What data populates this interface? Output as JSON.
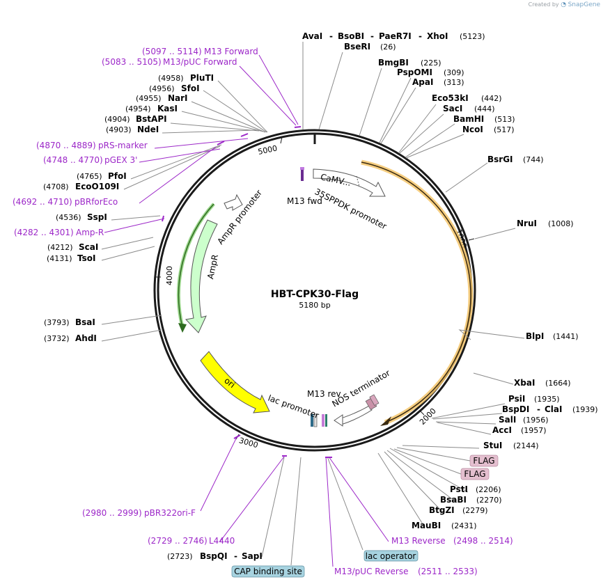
{
  "credit": {
    "prefix": "Created by",
    "brand": "SnapGene"
  },
  "plasmid": {
    "name": "HBT-CPK30-Flag",
    "length": "5180 bp"
  },
  "ticks": [
    "1000",
    "2000",
    "3000",
    "4000",
    "5000"
  ],
  "features": {
    "cds_ampr": "AmpR",
    "ampr_promoter": "AmpR promoter",
    "ori": "ori",
    "camv": "CaMV...",
    "sppdk": "35SPPDK promoter",
    "m13fwd": "M13 fwd",
    "m13rev": "M13 rev",
    "lac_promoter": "lac promoter",
    "nos_terminator": "NOS terminator"
  },
  "enzymes": {
    "ava": "AvaI",
    "bsobi": "BsoBI",
    "paer7i": "PaeR7I",
    "xhoi": "XhoI",
    "ava_pos": "(5123)",
    "bseri": "BseRI",
    "bseri_pos": "(26)",
    "bmgbi": "BmgBI",
    "bmgbi_pos": "(225)",
    "pspomi": "PspOMI",
    "pspomi_pos": "(309)",
    "apai": "ApaI",
    "apai_pos": "(313)",
    "eco53ki": "Eco53kI",
    "eco53ki_pos": "(442)",
    "saci": "SacI",
    "saci_pos": "(444)",
    "bamhi": "BamHI",
    "bamhi_pos": "(513)",
    "ncoi": "NcoI",
    "ncoi_pos": "(517)",
    "bsrgi": "BsrGI",
    "bsrgi_pos": "(744)",
    "nrui": "NruI",
    "nrui_pos": "(1008)",
    "blpi": "BlpI",
    "blpi_pos": "(1441)",
    "xbai": "XbaI",
    "xbai_pos": "(1664)",
    "psti1": "PsiI",
    "psti1_pos": "(1935)",
    "bspdi": "BspDI",
    "clai": "ClaI",
    "bspdi_pos": "(1939)",
    "sali": "SalI",
    "sali_pos": "(1956)",
    "acci": "AccI",
    "acci_pos": "(1957)",
    "stui": "StuI",
    "stui_pos": "(2144)",
    "psti": "PstI",
    "psti_pos": "(2206)",
    "bsabi": "BsaBI",
    "bsabi_pos": "(2270)",
    "btgzi": "BtgZI",
    "btgzi_pos": "(2279)",
    "maubi": "MauBI",
    "maubi_pos": "(2431)",
    "bspqi": "BspQI",
    "sapi": "SapI",
    "bspqi_pos": "(2723)",
    "ahdi": "AhdI",
    "ahdi_pos": "(3732)",
    "bsai": "BsaI",
    "bsai_pos": "(3793)",
    "tsoi": "TsoI",
    "tsoi_pos": "(4131)",
    "scai": "ScaI",
    "scai_pos": "(4212)",
    "sspi": "SspI",
    "sspi_pos": "(4536)",
    "eco0109i": "EcoO109I",
    "eco0109i_pos": "(4708)",
    "pfoi": "PfoI",
    "pfoi_pos": "(4765)",
    "ndei": "NdeI",
    "ndei_pos": "(4903)",
    "bstapi": "BstAPI",
    "bstapi_pos": "(4904)",
    "kasi": "KasI",
    "kasi_pos": "(4954)",
    "nari": "NarI",
    "nari_pos": "(4955)",
    "sfoi": "SfoI",
    "sfoi_pos": "(4956)",
    "pluti": "PluTI",
    "pluti_pos": "(4958)"
  },
  "primers": {
    "m13fwd_range": "(5097 .. 5114)",
    "m13fwd": "M13 Forward",
    "m13puc_range": "(5083 .. 5105)",
    "m13puc": "M13/pUC Forward",
    "prs_range": "(4870 .. 4889)",
    "prs": "pRS-marker",
    "pgex_range": "(4748 .. 4770)",
    "pgex": "pGEX 3'",
    "pbr_range": "(4692 .. 4710)",
    "pbr": "pBRforEco",
    "ampr_range": "(4282 .. 4301)",
    "ampr": "Amp-R",
    "pbr322_range": "(2980 .. 2999)",
    "pbr322": "pBR322ori-F",
    "l4440_range": "(2729 .. 2746)",
    "l4440": "L4440",
    "m13rev_range": "(2498 .. 2514)",
    "m13rev": "M13 Reverse",
    "m13pucrev_range": "(2511 .. 2533)",
    "m13pucrev": "M13/pUC Reverse"
  },
  "boxes": {
    "flag1": "FLAG",
    "flag2": "FLAG",
    "lac_operator": "lac operator",
    "cap_site": "CAP binding site"
  },
  "colors": {
    "primer": "#9c27c8",
    "ampr_fill": "#ccffcc",
    "ori_fill": "#ffff00",
    "cpk30": "#f5a623",
    "flag_box": "#e4bfcf",
    "lac_box": "#a7d3e0",
    "backbone": "#1a1a1a"
  }
}
